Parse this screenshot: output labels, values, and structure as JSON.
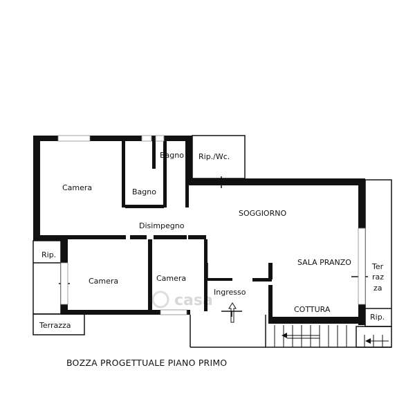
{
  "colors": {
    "wall": "#111111",
    "background": "#ffffff",
    "watermark": "#d8d8d8"
  },
  "rooms": {
    "camera_1": "Camera",
    "bagno_1": "Bagno",
    "bagno_2": "Bagno",
    "rip_wc": "Rip./Wc.",
    "soggiorno": "SOGGIORNO",
    "disimpegno": "Disimpegno",
    "rip_left": "Rip.",
    "camera_2": "Camera",
    "camera_3": "Camera",
    "sala_pranzo": "SALA PRANZO",
    "terrazza_right_1": "Ter",
    "terrazza_right_2": "raz",
    "terrazza_right_3": "za",
    "ingresso": "Ingresso",
    "cottura": "COTTURA",
    "rip_right": "Rip.",
    "terrazza_left": "Terrazza"
  },
  "caption": "BOZZA PROGETTUALE PIANO PRIMO",
  "watermark": "casa",
  "icons": {
    "entrance": "arrow-up-icon",
    "stair_left": "double-arrow-icon",
    "stair_right": "double-arrow-icon"
  }
}
